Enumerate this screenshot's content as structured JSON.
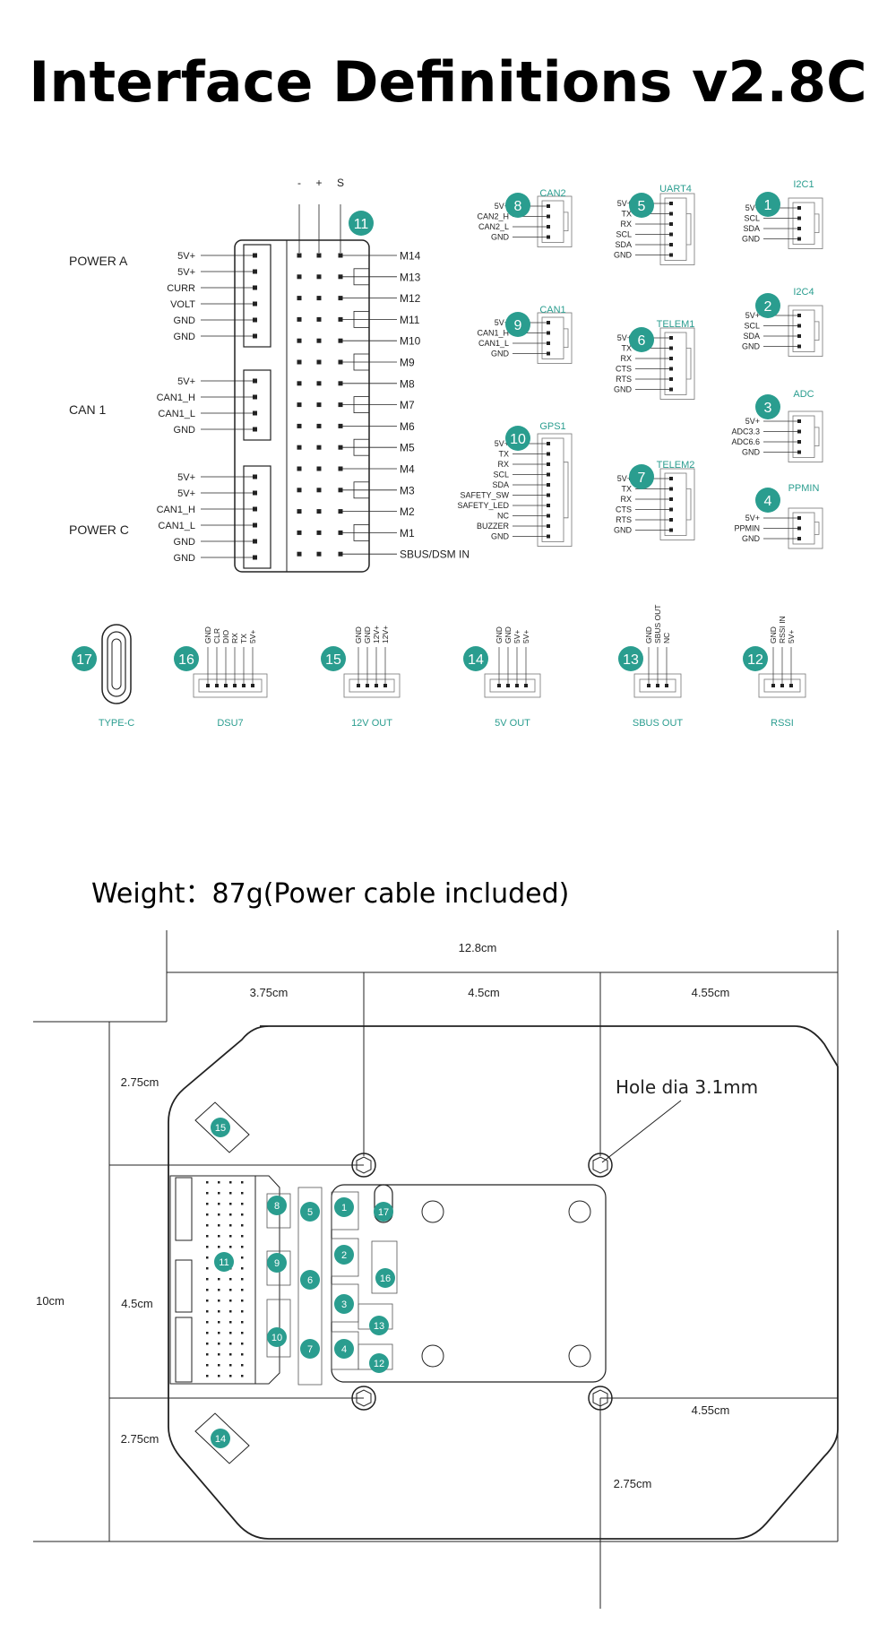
{
  "title": "Interface Definitions v2.8C",
  "weight": "Weight：87g(Power cable included)",
  "accent_color": "#2a9d8f",
  "main_board": {
    "header_labels": [
      "-",
      "+",
      "S"
    ],
    "badge": "11",
    "outputs": [
      "M14",
      "M13",
      "M12",
      "M11",
      "M10",
      "M9",
      "M8",
      "M7",
      "M6",
      "M5",
      "M4",
      "M3",
      "M2",
      "M1",
      "SBUS/DSM IN"
    ],
    "groups": [
      {
        "name": "POWER A",
        "pins": [
          "5V+",
          "5V+",
          "CURR",
          "VOLT",
          "GND",
          "GND"
        ]
      },
      {
        "name": "CAN 1",
        "pins": [
          "5V+",
          "CAN1_H",
          "CAN1_L",
          "GND"
        ]
      },
      {
        "name": "POWER C",
        "pins": [
          "5V+",
          "5V+",
          "CAN1_H",
          "CAN1_L",
          "GND",
          "GND"
        ]
      }
    ]
  },
  "connectors": [
    {
      "id": "8",
      "title": "CAN2",
      "pins": [
        "5V+",
        "CAN2_H",
        "CAN2_L",
        "GND"
      ]
    },
    {
      "id": "9",
      "title": "CAN1",
      "pins": [
        "5V+",
        "CAN1_H",
        "CAN1_L",
        "GND"
      ]
    },
    {
      "id": "10",
      "title": "GPS1",
      "pins": [
        "5V+",
        "TX",
        "RX",
        "SCL",
        "SDA",
        "SAFETY_SW",
        "SAFETY_LED",
        "NC",
        "BUZZER",
        "GND"
      ]
    },
    {
      "id": "5",
      "title": "UART4",
      "pins": [
        "5V+",
        "TX",
        "RX",
        "SCL",
        "SDA",
        "GND"
      ]
    },
    {
      "id": "6",
      "title": "TELEM1",
      "pins": [
        "5V+",
        "TX",
        "RX",
        "CTS",
        "RTS",
        "GND"
      ]
    },
    {
      "id": "7",
      "title": "TELEM2",
      "pins": [
        "5V+",
        "TX",
        "RX",
        "CTS",
        "RTS",
        "GND"
      ]
    },
    {
      "id": "1",
      "title": "I2C1",
      "pins": [
        "5V+",
        "SCL",
        "SDA",
        "GND"
      ]
    },
    {
      "id": "2",
      "title": "I2C4",
      "pins": [
        "5V+",
        "SCL",
        "SDA",
        "GND"
      ]
    },
    {
      "id": "3",
      "title": "ADC",
      "pins": [
        "5V+",
        "ADC3.3",
        "ADC6.6",
        "GND"
      ]
    },
    {
      "id": "4",
      "title": "PPMIN",
      "pins": [
        "5V+",
        "PPMIN",
        "GND"
      ]
    }
  ],
  "bottom_connectors": [
    {
      "id": "17",
      "title": "TYPE-C",
      "pins": []
    },
    {
      "id": "16",
      "title": "DSU7",
      "pins": [
        "GND",
        "CLR",
        "DIO",
        "RX",
        "TX",
        "5V+"
      ]
    },
    {
      "id": "15",
      "title": "12V OUT",
      "pins": [
        "GND",
        "GND",
        "12V+",
        "12V+"
      ]
    },
    {
      "id": "14",
      "title": "5V OUT",
      "pins": [
        "GND",
        "GND",
        "5V+",
        "5V+"
      ]
    },
    {
      "id": "13",
      "title": "SBUS OUT",
      "pins": [
        "GND",
        "SBUS OUT",
        "NC"
      ]
    },
    {
      "id": "12",
      "title": "RSSI",
      "pins": [
        "GND",
        "RSSI IN",
        "5V+"
      ]
    }
  ],
  "dimensions": {
    "total_width": "12.8cm",
    "seg1": "3.75cm",
    "seg2": "4.5cm",
    "seg3": "4.55cm",
    "total_height": "10cm",
    "top_margin": "2.75cm",
    "middle": "4.5cm",
    "bottom_margin": "2.75cm",
    "right_lower": "4.55cm",
    "right_bottom": "2.75cm",
    "hole": "Hole dia 3.1mm"
  },
  "footprint_badges": [
    "15",
    "14",
    "8",
    "9",
    "10",
    "11",
    "5",
    "6",
    "7",
    "1",
    "2",
    "3",
    "4",
    "17",
    "16",
    "13",
    "12"
  ]
}
